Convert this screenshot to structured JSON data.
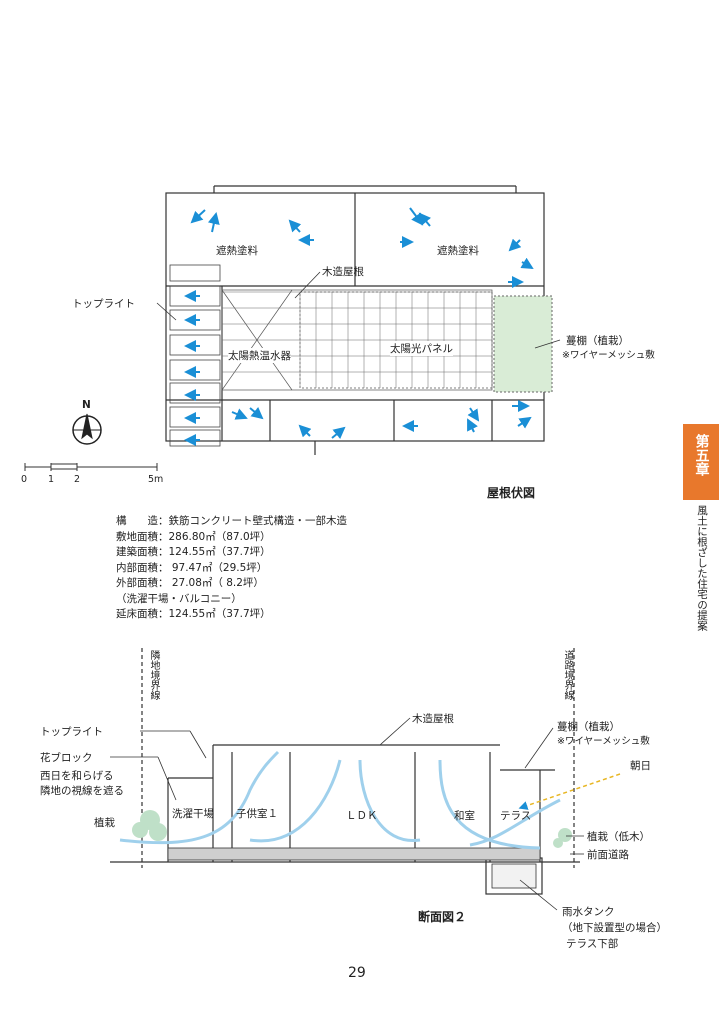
{
  "roof_plan": {
    "title": "屋根伏図",
    "labels": {
      "toplight": "トップライト",
      "heat_paint_left": "遮熱塗料",
      "heat_paint_right": "遮熱塗料",
      "wood_roof": "木造屋根",
      "solar_heater": "太陽熱温水器",
      "solar_panel": "太陽光パネル",
      "pergola": "蔓棚（植栽）",
      "pergola_note": "※ワイヤーメッシュ敷"
    },
    "north": "N",
    "scale_ticks": [
      "0",
      "1",
      "2",
      "5m"
    ]
  },
  "specs": [
    "構　　造：鉄筋コンクリート壁式構造・一部木造",
    "敷地面積：286.80㎡（87.0坪）",
    "建築面積：124.55㎡（37.7坪）",
    "内部面積： 97.47㎡（29.5坪）",
    "外部面積： 27.08㎡（ 8.2坪）",
    "（洗濯干場・バルコニー）",
    "延床面積：124.55㎡（37.7坪）"
  ],
  "section": {
    "title": "断面図２",
    "labels": {
      "neighbor_line": "隣地境界線",
      "road_line": "道路境界線",
      "toplight": "トップライト",
      "wood_roof": "木造屋根",
      "flower_block": "花ブロック",
      "flower_note_1": "西日を和らげる",
      "flower_note_2": "隣地の視線を遮る",
      "planting": "植栽",
      "laundry": "洗濯干場",
      "kids_room": "子供室１",
      "ldk": "ＬＤＫ",
      "japanese_room": "和室",
      "terrace": "テラス",
      "pergola": "蔓棚（植栽）",
      "pergola_note": "※ワイヤーメッシュ敷",
      "morning_sun": "朝日",
      "planting_low": "植栽（低木）",
      "front_road": "前面道路",
      "rain_tank": "雨水タンク",
      "rain_tank_note": "（地下設置型の場合）",
      "rain_tank_loc": "テラス下部"
    }
  },
  "chapter": {
    "tab": "第五章",
    "subtitle": "風土に根ざした住宅の提案"
  },
  "page_number": "29",
  "colors": {
    "accent": "#e8782c",
    "arrow": "#1a8fd6",
    "wind": "#9fd0ec",
    "line": "#333333"
  }
}
